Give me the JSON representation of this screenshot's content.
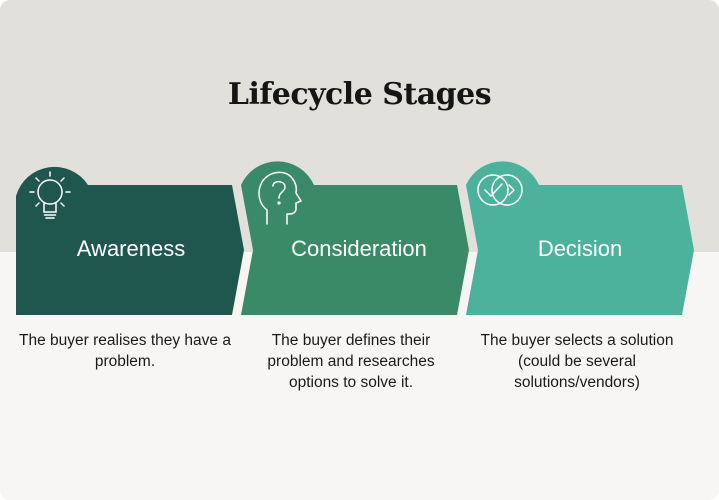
{
  "title": "Lifecycle Stages",
  "colors": {
    "background_top": "#e2e0db",
    "background_bottom": "#f7f6f4",
    "awareness": "#1f574f",
    "consideration": "#3a8a67",
    "decision": "#4db29c"
  },
  "stages": [
    {
      "name": "Awareness",
      "icon": "lightbulb-icon",
      "description": "The buyer realises they have a problem."
    },
    {
      "name": "Consideration",
      "icon": "head-question-icon",
      "description": "The buyer defines their problem and researches options to solve it."
    },
    {
      "name": "Decision",
      "icon": "checkmark-circles-icon",
      "description": "The buyer selects a solution (could be several solutions/vendors)"
    }
  ]
}
